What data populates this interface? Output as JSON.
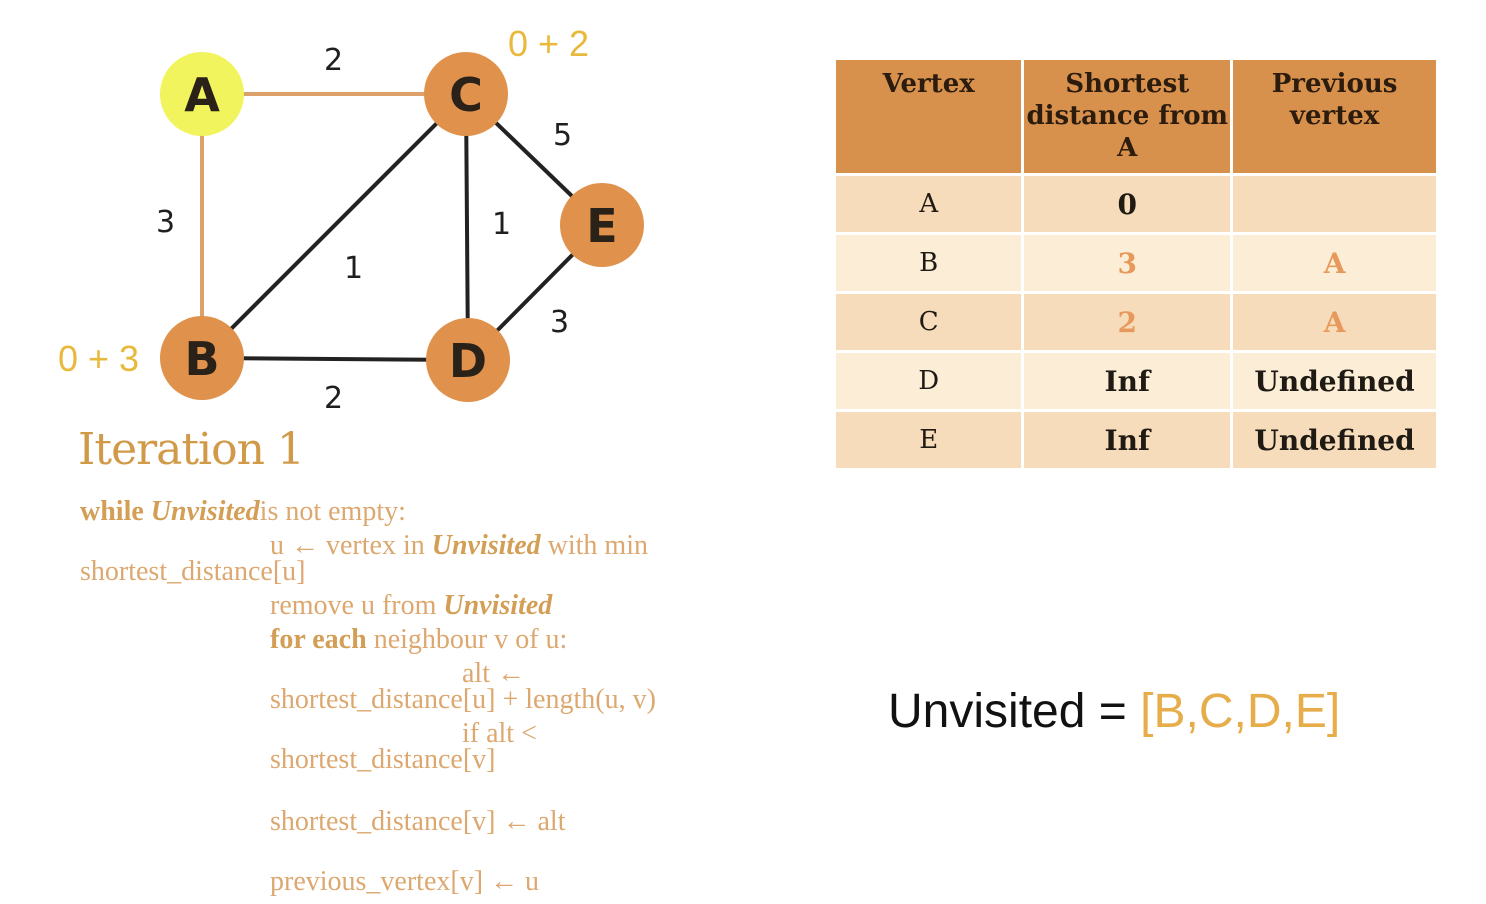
{
  "graph": {
    "nodes": [
      {
        "id": "A",
        "label": "A",
        "color": "#f1f45c"
      },
      {
        "id": "B",
        "label": "B",
        "color": "#e0914b"
      },
      {
        "id": "C",
        "label": "C",
        "color": "#e0914b"
      },
      {
        "id": "D",
        "label": "D",
        "color": "#e0914b"
      },
      {
        "id": "E",
        "label": "E",
        "color": "#e0914b"
      }
    ],
    "edges": [
      {
        "from": "A",
        "to": "C",
        "weight": "2",
        "color": "#dca06a"
      },
      {
        "from": "A",
        "to": "B",
        "weight": "3",
        "color": "#dca06a"
      },
      {
        "from": "B",
        "to": "C",
        "weight": "1",
        "color": "#222222"
      },
      {
        "from": "C",
        "to": "D",
        "weight": "1",
        "color": "#222222"
      },
      {
        "from": "C",
        "to": "E",
        "weight": "5",
        "color": "#222222"
      },
      {
        "from": "B",
        "to": "D",
        "weight": "2",
        "color": "#222222"
      },
      {
        "from": "D",
        "to": "E",
        "weight": "3",
        "color": "#222222"
      }
    ],
    "annotations": {
      "C": "0 + 2",
      "B": "0 + 3"
    }
  },
  "iteration_title": "Iteration 1",
  "pseudocode": {
    "l1_kw": "while",
    "l1_var": "Unvisited",
    "l1_rest": "is not empty:",
    "l2_a": "u ← vertex in",
    "l2_var": "Unvisited",
    "l2_b": "with min",
    "l3": "shortest_distance[u]",
    "l4_a": "remove u from",
    "l4_var": "Unvisited",
    "l5_kw": "for each",
    "l5_rest": "neighbour v of u:",
    "l6": "alt ←",
    "l7": "shortest_distance[u] + length(u, v)",
    "l8": "if alt <",
    "l9": "shortest_distance[v]",
    "l10": "shortest_distance[v] ← alt",
    "l11": "previous_vertex[v] ← u"
  },
  "table": {
    "headers": [
      "Vertex",
      "Shortest distance from A",
      "Previous vertex"
    ],
    "rows": [
      {
        "vertex": "A",
        "distance": "0",
        "previous": ""
      },
      {
        "vertex": "B",
        "distance": "3",
        "previous": "A"
      },
      {
        "vertex": "C",
        "distance": "2",
        "previous": "A"
      },
      {
        "vertex": "D",
        "distance": "Inf",
        "previous": "Undefined"
      },
      {
        "vertex": "E",
        "distance": "Inf",
        "previous": "Undefined"
      }
    ]
  },
  "unvisited": {
    "label": "Unvisited =",
    "set": "[B,C,D,E]"
  },
  "colors": {
    "accent": "#d8914c",
    "code": "#dca870",
    "highlight": "#e6995a",
    "visited": "#f1f45c"
  }
}
